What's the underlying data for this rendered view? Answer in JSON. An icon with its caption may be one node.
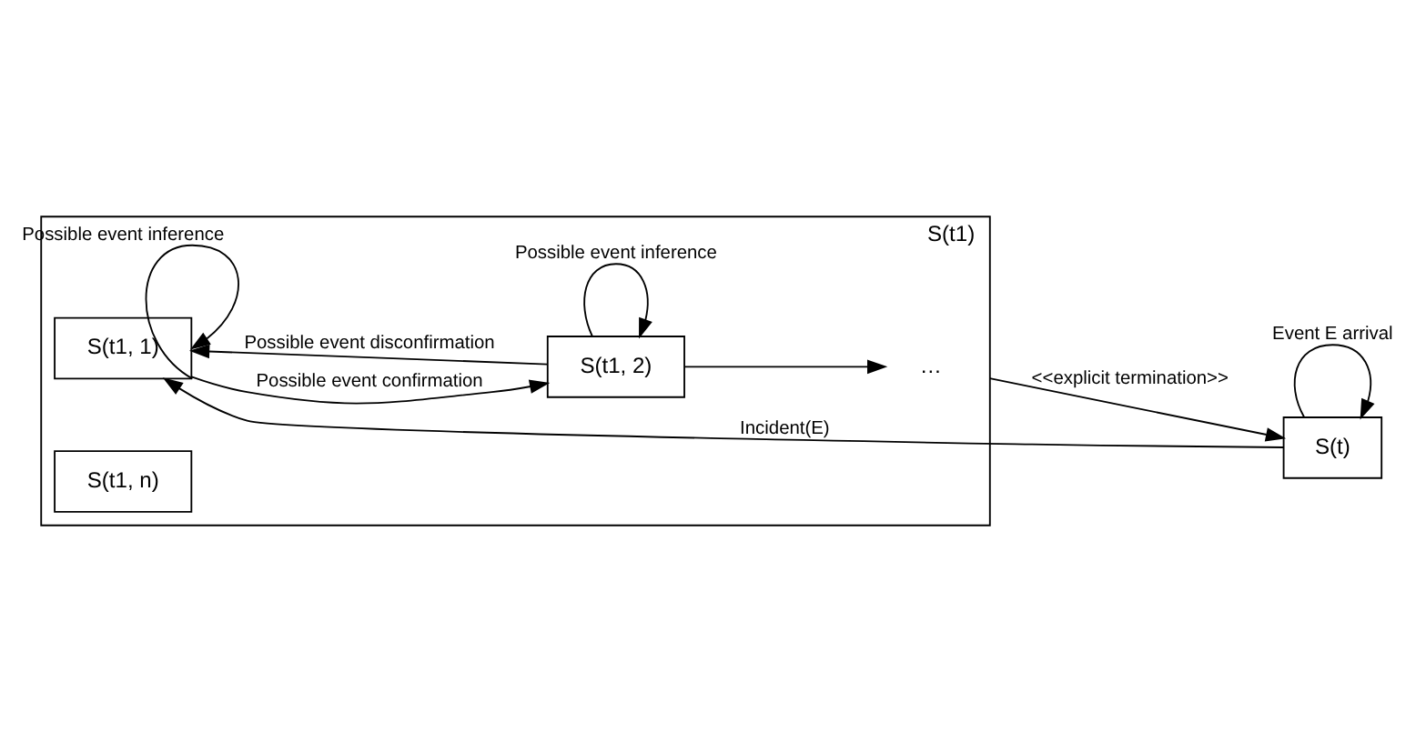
{
  "diagram": {
    "nodes": [
      {
        "text": [
          "S(t1)"
        ]
      },
      {
        "text": [
          "S(t1, 1)"
        ],
        "in": 0
      },
      {
        "text": [
          "S(t1, 2)"
        ],
        "in": 0
      },
      {
        "text": [
          "S(t1, n)"
        ],
        "in": 0
      },
      {
        "text": [
          "…"
        ],
        "in": 0
      },
      {
        "text": [
          "S(t)"
        ]
      }
    ],
    "edges": [
      {
        "from": 5,
        "to": 1,
        "label": "Incident(E)",
        "arrow": "to"
      },
      {
        "from": 1,
        "to": 1,
        "label": "Possible event inference",
        "arrow": "to"
      },
      {
        "from": 1,
        "to": 2,
        "label": "Possible event confirmation",
        "arrow": "to"
      },
      {
        "from": 2,
        "to": 2,
        "label": "Possible event inference",
        "arrow": "to"
      },
      {
        "from": 2,
        "to": 1,
        "label": "Possible event disconfirmation",
        "arrow": "to"
      },
      {
        "from": 2,
        "to": 4,
        "arrow": "to"
      },
      {
        "from": 0,
        "to": 5,
        "label": "<<explicit termination>>",
        "arrow": "to"
      },
      {
        "from": 5,
        "to": 5,
        "label": "Event E arrival",
        "arrow": "to"
      }
    ]
  }
}
